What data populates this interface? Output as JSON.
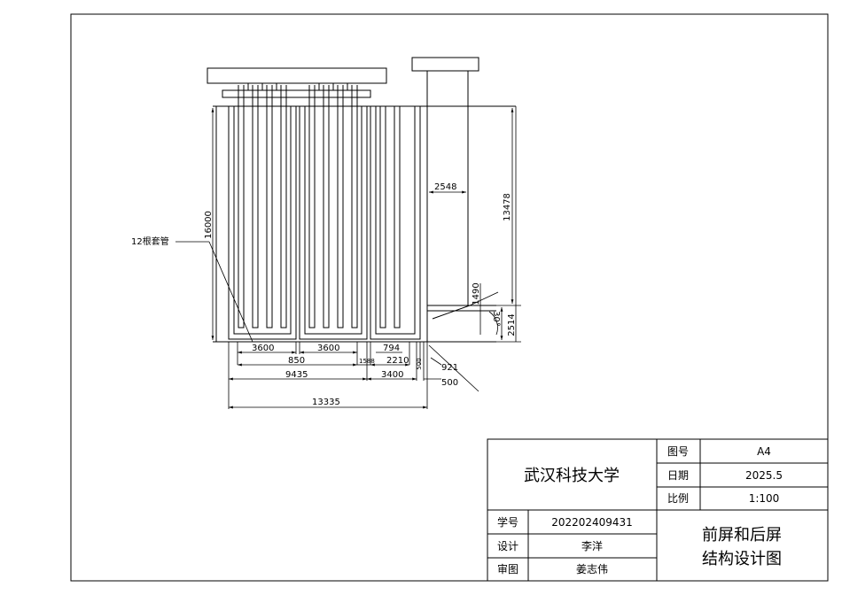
{
  "drawing": {
    "callout_label": "12根套管",
    "dimensions": {
      "d16000": "16000",
      "d13478": "13478",
      "d2548": "2548",
      "d1490": "1490",
      "d2514": "2514",
      "d30deg": "30°",
      "d3600a": "3600",
      "d3600b": "3600",
      "d794": "794",
      "d850": "850",
      "d1588": "1588",
      "d2210": "2210",
      "d500v": "500",
      "d921": "921",
      "d9435": "9435",
      "d3400": "3400",
      "d500": "500",
      "d13335": "13335"
    }
  },
  "title_block": {
    "school": "武汉科技大学",
    "drawing_no_label": "图号",
    "drawing_no_value": "A4",
    "date_label": "日期",
    "date_value": "2025.5",
    "scale_label": "比例",
    "scale_value": "1:100",
    "student_id_label": "学号",
    "student_id_value": "202202409431",
    "design_label": "设计",
    "design_value": "李洋",
    "review_label": "审图",
    "review_value": "姜志伟",
    "drawing_title_line1": "前屏和后屏",
    "drawing_title_line2": "结构设计图"
  }
}
